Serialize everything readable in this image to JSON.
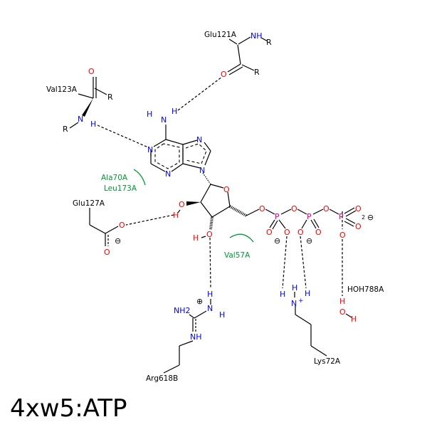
{
  "title": "4xw5:ATP",
  "symbols": {
    "N": "N",
    "O": "O",
    "H": "H",
    "P": "P",
    "R": "R",
    "NH": "NH",
    "NH2": "NH2",
    "plus": "+",
    "minus": "⊖",
    "plus_circle": "⊕",
    "two": "2"
  },
  "residues": {
    "glu121": "Glu121A",
    "val123": "Val123A",
    "glu127": "Glu127A",
    "arg618": "Arg618B",
    "lys72": "Lys72A",
    "hoh788": "HOH788A"
  },
  "hydrophobic": {
    "ala70": "Ala70A",
    "leu173": "Leu173A",
    "val57": "Val57A"
  },
  "colors": {
    "nitrogen": "#0000ff",
    "oxygen": "#ff0000",
    "phosphorus": "#e0008a",
    "hydrophobic": "#009933"
  }
}
